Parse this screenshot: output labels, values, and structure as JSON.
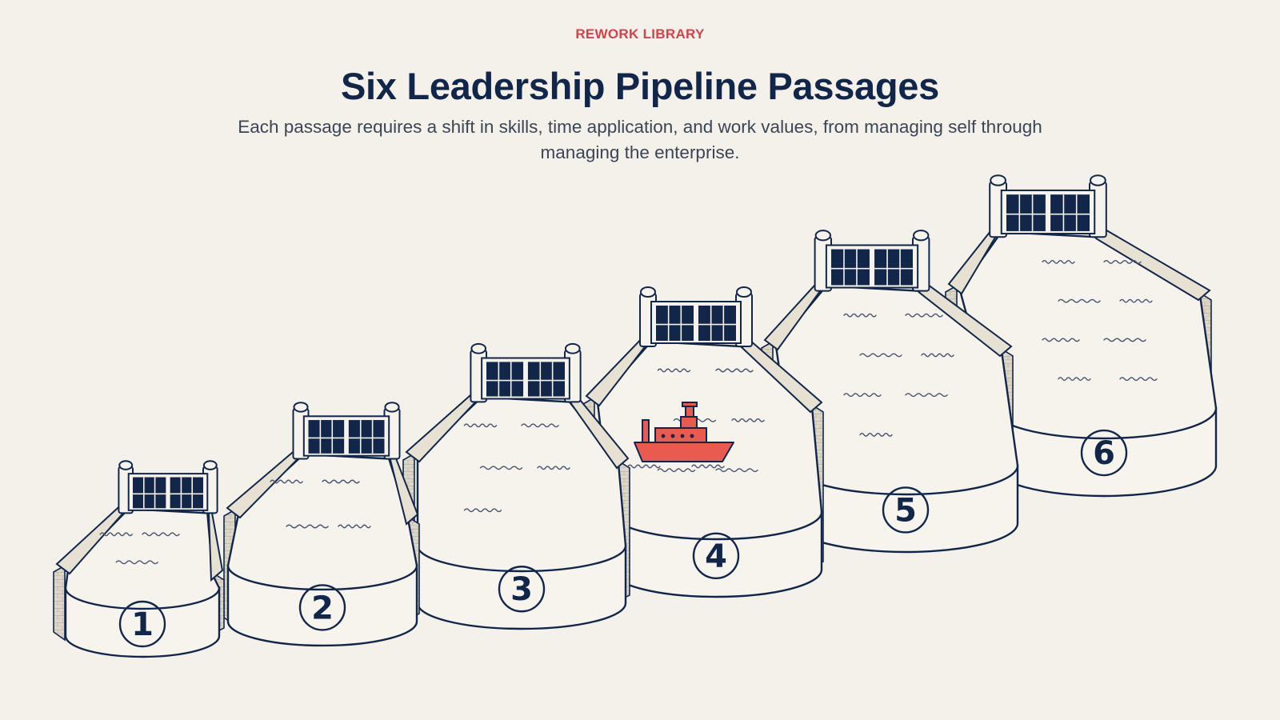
{
  "header": {
    "eyebrow": "REWORK LIBRARY",
    "title": "Six Leadership Pipeline Passages",
    "subtitle": "Each passage requires a shift in skills, time application, and work values, from managing self through managing the enterprise."
  },
  "locks": [
    {
      "number": "1"
    },
    {
      "number": "2"
    },
    {
      "number": "3"
    },
    {
      "number": "4"
    },
    {
      "number": "5"
    },
    {
      "number": "6"
    }
  ],
  "boat_lock": 4,
  "colors": {
    "background": "#f4f1ea",
    "accent": "#d6414c",
    "ink": "#12264a",
    "boat": "#e95b4e",
    "water_fill": "#f6f3ec",
    "wall": "#dcd6c8"
  }
}
